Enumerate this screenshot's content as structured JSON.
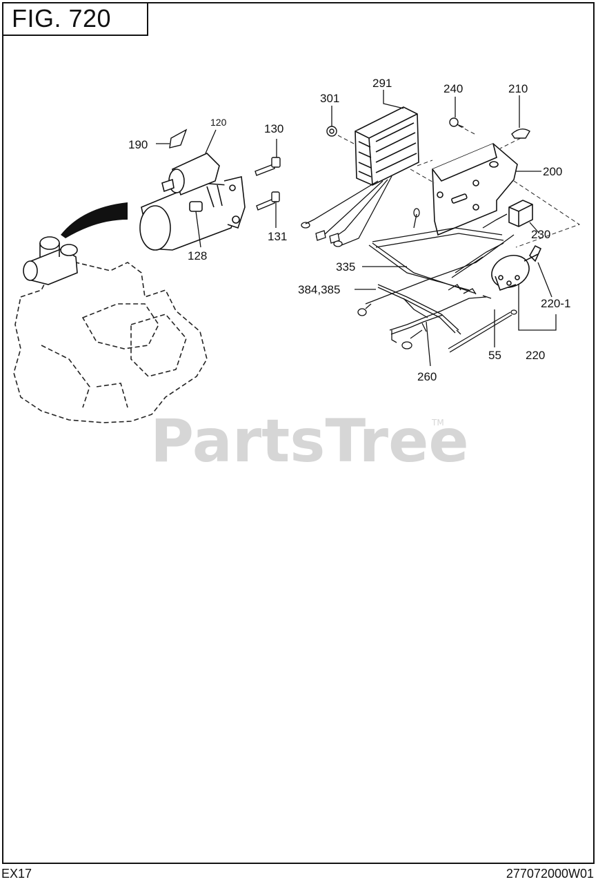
{
  "figure": {
    "title": "FIG. 720"
  },
  "footer": {
    "model": "EX17",
    "code": "277072000W01"
  },
  "watermark": {
    "text": "PartsTree",
    "tm": "TM"
  },
  "callouts": {
    "c120": "120",
    "c130": "130",
    "c190": "190",
    "c131": "131",
    "c128": "128",
    "c301": "301",
    "c291": "291",
    "c240": "240",
    "c210": "210",
    "c200": "200",
    "c230": "230",
    "c335": "335",
    "c384": "384,385",
    "c220_1": "220-1",
    "c55": "55",
    "c220": "220",
    "c260": "260"
  }
}
